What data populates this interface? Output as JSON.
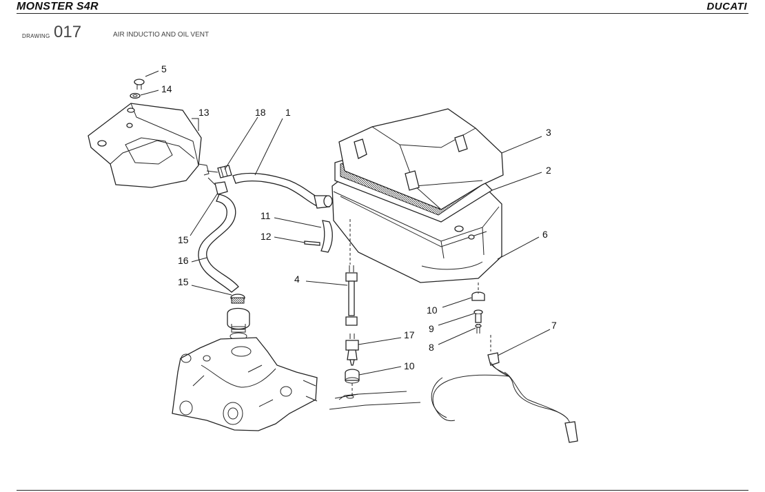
{
  "header": {
    "model": "MONSTER S4R",
    "brand": "DUCATI"
  },
  "drawing": {
    "label": "DRAWING",
    "number": "017",
    "title": "AIR INDUCTIO AND OIL VENT"
  },
  "callouts": [
    "5",
    "14",
    "13",
    "18",
    "1",
    "3",
    "2",
    "11",
    "12",
    "6",
    "15",
    "16",
    "15",
    "4",
    "10",
    "9",
    "8",
    "17",
    "10",
    "7"
  ]
}
